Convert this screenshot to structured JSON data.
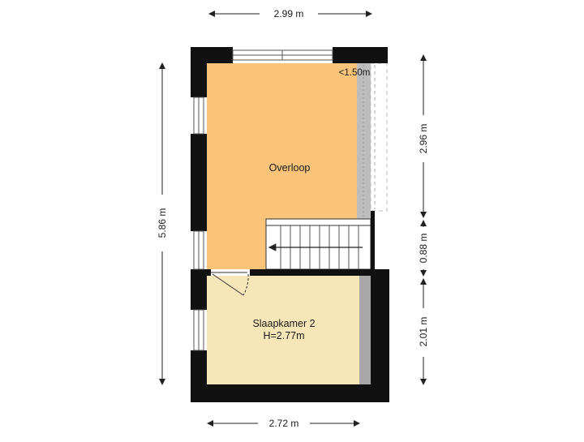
{
  "floorplan": {
    "rooms": [
      {
        "id": "overloop",
        "label": "Overloop",
        "color": "#f9c47a"
      },
      {
        "id": "slaapkamer",
        "label": "Slaapkamer 2",
        "sublabel": "H=2.77m",
        "color": "#f7e7b8"
      }
    ],
    "annotations": {
      "low_ceiling": "<1.50m"
    },
    "dimensions": {
      "top": "2.99 m",
      "bottom": "2.72 m",
      "left": "5.86 m",
      "right_top": "2.96 m",
      "right_mid": "0.88 m",
      "right_bottom": "2.01 m"
    },
    "colors": {
      "wall": "#111111",
      "overloop": "#f9c47a",
      "slaapkamer": "#f7e7b8",
      "low_ceiling_strip": "#b8b8b8",
      "dimension_line": "#222222"
    }
  }
}
